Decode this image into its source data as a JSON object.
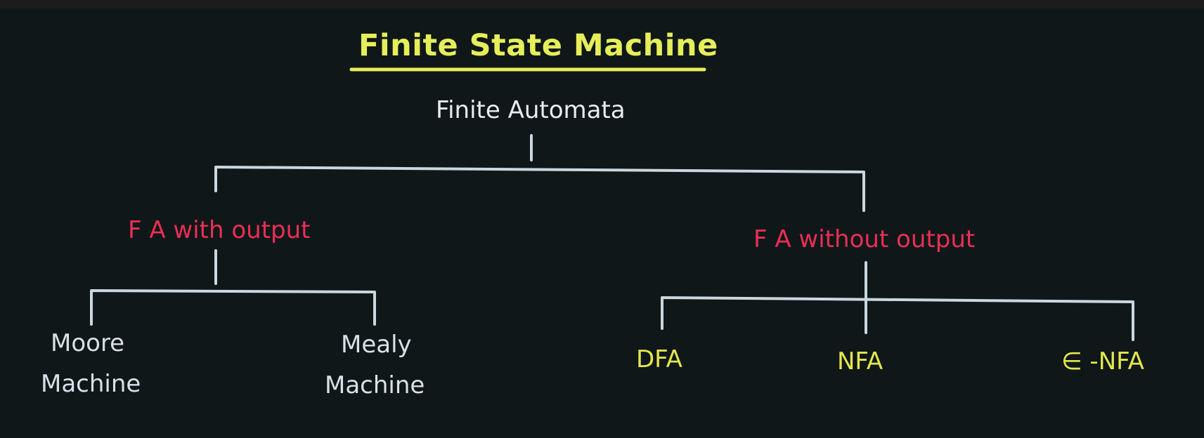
{
  "title": "Finite State Machine",
  "root": "Finite Automata",
  "branches": [
    {
      "label": "F A with output",
      "children": [
        {
          "line1": "Moore",
          "line2": "Machine"
        },
        {
          "line1": "Mealy",
          "line2": "Machine"
        }
      ]
    },
    {
      "label": "F A without output",
      "children": [
        {
          "label": "DFA"
        },
        {
          "label": "NFA"
        },
        {
          "label": "∈ -NFA"
        }
      ]
    }
  ],
  "colors": {
    "board": "#0f1719",
    "title": "#e6ee5a",
    "branch_text": "#ea2f55",
    "leaf_white": "#d9e0e6",
    "leaf_yellow": "#e4e64c",
    "lines": "#c9d8de"
  }
}
